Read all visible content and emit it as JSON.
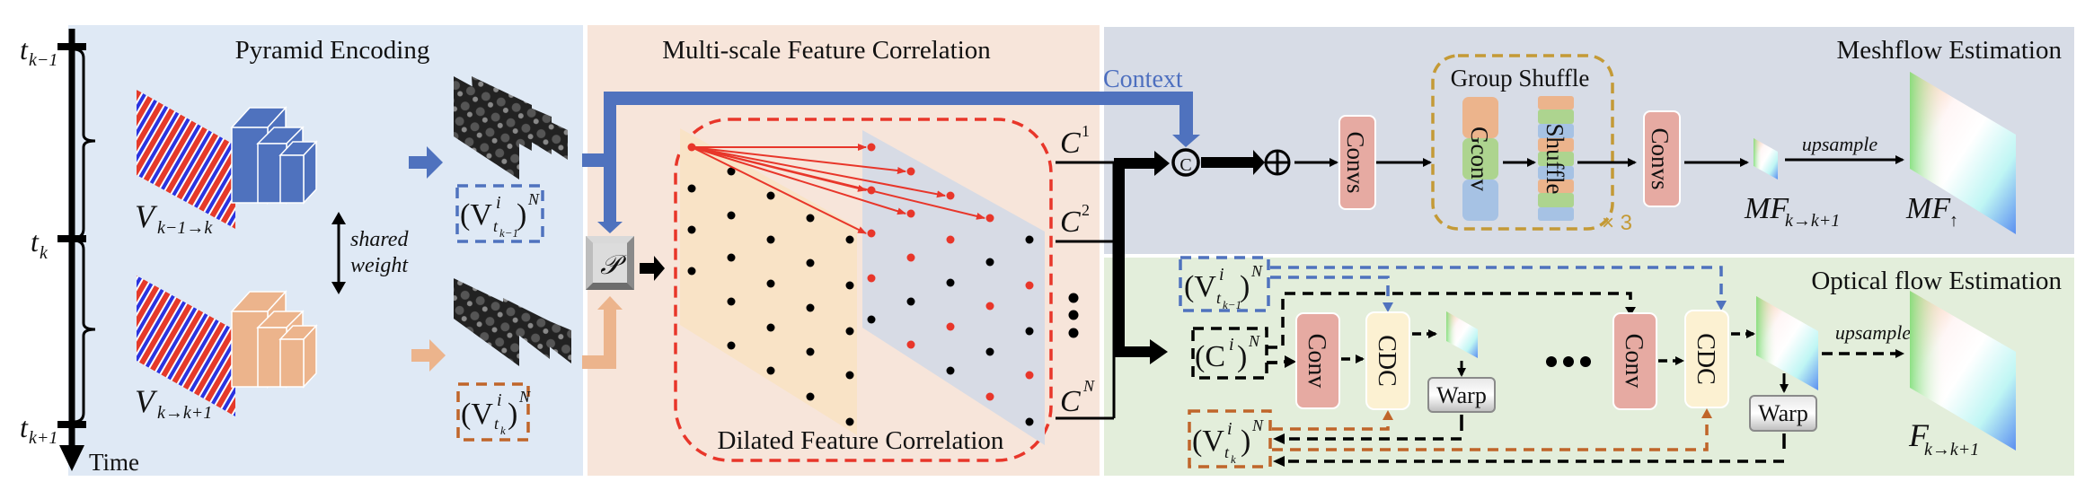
{
  "panels": {
    "pyramid": {
      "title": "Pyramid Encoding",
      "bg": "#dfe9f5"
    },
    "correlation": {
      "title": "Multi-scale Feature Correlation",
      "bg": "#f7e5da",
      "inner_title": "Dilated Feature Correlation"
    },
    "meshflow": {
      "title": "Meshflow Estimation",
      "bg": "#d7dce6"
    },
    "optical": {
      "title": "Optical flow Estimation",
      "bg": "#e3eedb"
    }
  },
  "timeline": {
    "ticks": [
      {
        "base": "t",
        "sub": "k−1"
      },
      {
        "base": "t",
        "sub": "k"
      },
      {
        "base": "t",
        "sub": "k+1"
      }
    ],
    "axis_label": "Time"
  },
  "pyramid": {
    "input_top": {
      "base": "V",
      "sub": "k−1→k"
    },
    "input_bottom": {
      "base": "V",
      "sub": "k→k+1"
    },
    "shared_weight_top": "shared",
    "shared_weight_bottom": "weight",
    "feat_top": {
      "open": "(V",
      "sup": "i",
      "sub": "t",
      "subsub": "k−1",
      "close": ")",
      "exp": "N"
    },
    "feat_bottom": {
      "open": "(V",
      "sup": "i",
      "sub": "t",
      "subsub": "k",
      "close": ")",
      "exp": "N"
    },
    "encoder_top_color": "#4f72be",
    "encoder_bottom_color": "#ecb48c"
  },
  "correlation": {
    "p_operator": "𝒫",
    "outputs": [
      {
        "base": "C",
        "sup": "1"
      },
      {
        "base": "C",
        "sup": "2"
      },
      {
        "base": "C",
        "sup": "N"
      }
    ],
    "ellipsis": "⋮",
    "dashed_border_color": "#e8362a"
  },
  "meshflow": {
    "context_label": "Context",
    "concat_symbol": "©",
    "add_symbol": "⊕",
    "convs_1": "Convs",
    "group_shuffle_label": "Group Shuffle",
    "gconv": "Gconv",
    "shuffle": "Shuffle",
    "repeat": "× 3",
    "convs_2": "Convs",
    "mf_small": {
      "base": "MF",
      "sub": "k→k+1"
    },
    "upsample": "upsample",
    "mf_up": {
      "base": "MF",
      "sub": "↑"
    }
  },
  "optical": {
    "v_prev": {
      "open": "(V",
      "sup": "i",
      "sub": "t",
      "subsub": "k−1",
      "close": ")",
      "exp": "N"
    },
    "c_stack": {
      "open": "(C",
      "sup": "i",
      "close": ")",
      "exp": "N"
    },
    "v_cur": {
      "open": "(V",
      "sup": "i",
      "sub": "t",
      "subsub": "k",
      "close": ")",
      "exp": "N"
    },
    "conv_1": "Conv",
    "cdc_1": "CDC",
    "warp_1": "Warp",
    "ellipsis": "•••",
    "conv_2": "Conv",
    "cdc_2": "CDC",
    "warp_2": "Warp",
    "upsample": "upsample",
    "flow_out": {
      "base": "F",
      "sub": "k→k+1"
    }
  },
  "colors": {
    "blue": "#4f72be",
    "orange": "#ecb48c",
    "brown": "#c0652a",
    "red": "#e8362a",
    "gold": "#c49a36",
    "conv_pink": "#e6aaa2",
    "cdc_cream": "#fcf1d2"
  }
}
